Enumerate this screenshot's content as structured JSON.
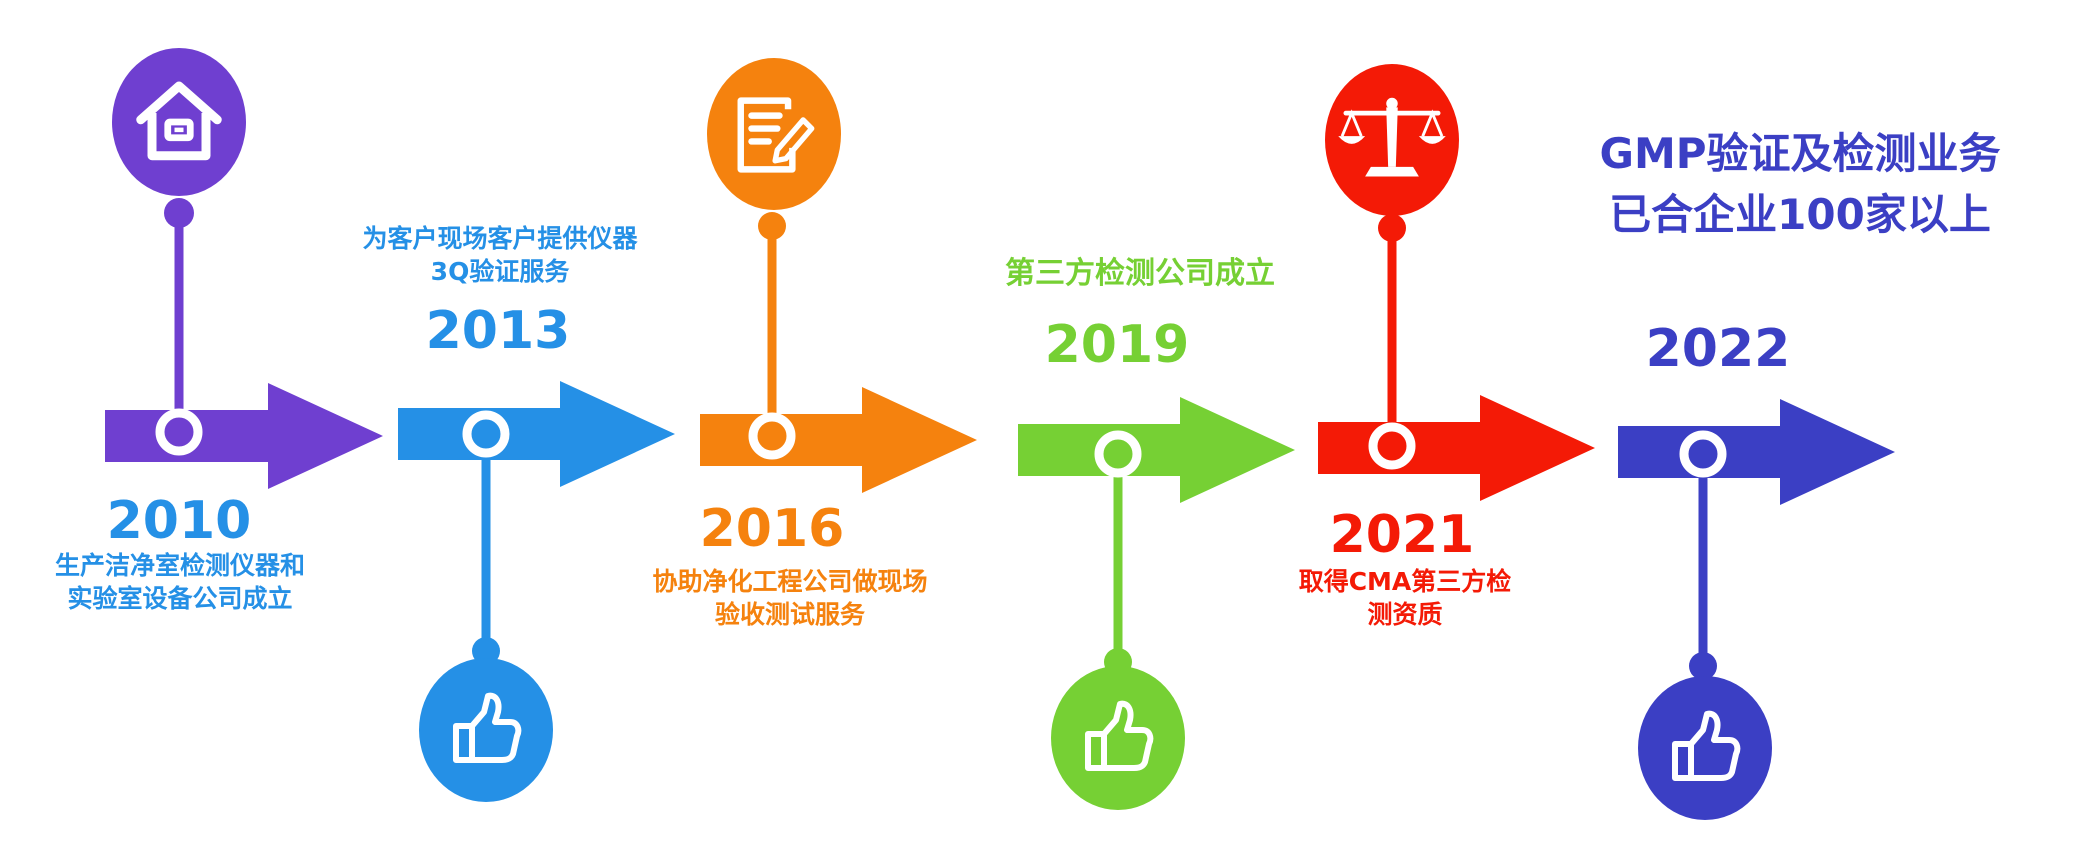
{
  "colors": {
    "purple": "#6f3fd0",
    "blue": "#2590e6",
    "orange": "#f5820e",
    "green": "#76d034",
    "red": "#f41a06",
    "indigo": "#3b3fc4",
    "white": "#ffffff"
  },
  "milestones": [
    {
      "year": "2010",
      "text": "生产洁净室检测仪器和\n实验室设备公司成立",
      "icon": "house-icon",
      "color": "#6f3fd0"
    },
    {
      "year": "2013",
      "text": "为客户现场客户提供仪器\n3Q验证服务",
      "icon": "thumbs-up-icon",
      "color": "#2590e6"
    },
    {
      "year": "2016",
      "text": "协助净化工程公司做现场\n验收测试服务",
      "icon": "document-edit-icon",
      "color": "#f5820e"
    },
    {
      "year": "2019",
      "text": "第三方检测公司成立",
      "icon": "thumbs-up-icon",
      "color": "#76d034"
    },
    {
      "year": "2021",
      "text": "取得CMA第三方检\n测资质",
      "icon": "scales-icon",
      "color": "#f41a06"
    },
    {
      "year": "2022",
      "text": "GMP验证及检测业务\n已合企业100家以上",
      "icon": "thumbs-up-icon",
      "color": "#3b3fc4"
    }
  ]
}
